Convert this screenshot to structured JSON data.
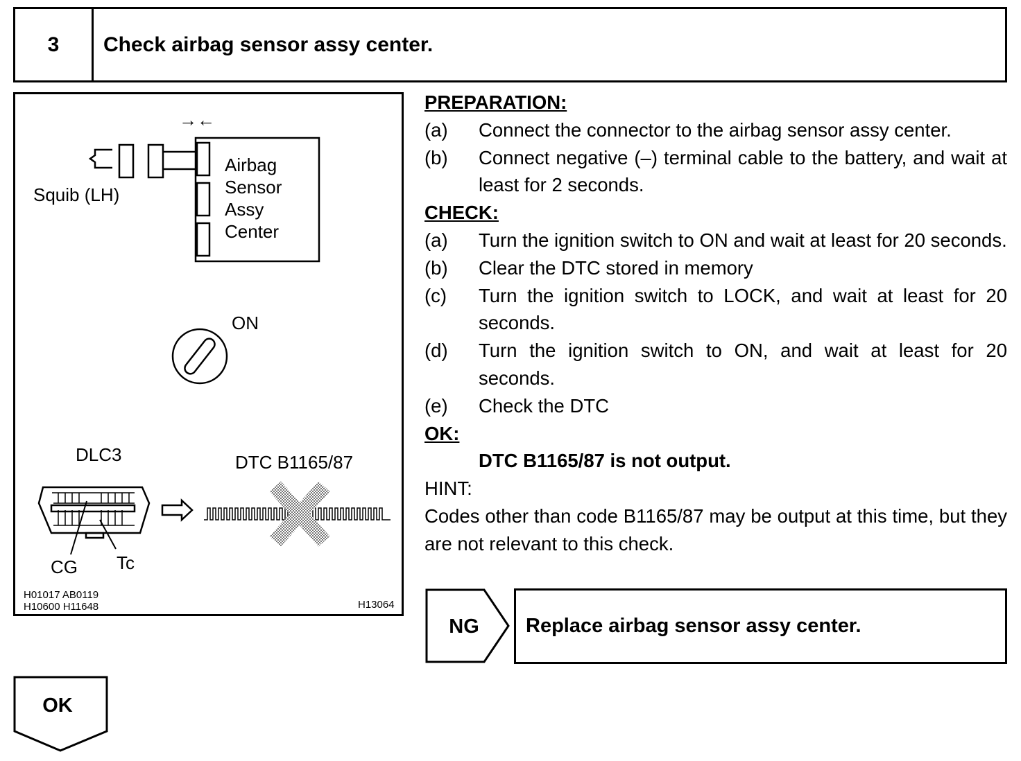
{
  "header": {
    "step_number": "3",
    "title": "Check airbag sensor assy center."
  },
  "figure": {
    "arrows": "→←",
    "squib_label": "Squib (LH)",
    "ecu_label_lines": [
      "Airbag",
      "Sensor",
      "Assy",
      "Center"
    ],
    "switch_label": "ON",
    "dlc_label": "DLC3",
    "dtc_label": "DTC B1165/87",
    "cg_label": "CG",
    "tc_label": "Tc",
    "ref_codes_line1": "H01017  AB0119",
    "ref_codes_line2": "H10600   H11648",
    "figure_id": "H13064"
  },
  "preparation": {
    "heading": "PREPARATION:",
    "steps": [
      {
        "key": "(a)",
        "text": "Connect the connector to the airbag sensor assy center."
      },
      {
        "key": "(b)",
        "text": "Connect negative (–) terminal cable to the battery, and wait at least for 2 seconds."
      }
    ]
  },
  "check": {
    "heading": "CHECK:",
    "steps": [
      {
        "key": "(a)",
        "text": "Turn the ignition switch to ON and wait at least for 20 seconds."
      },
      {
        "key": "(b)",
        "text": "Clear the DTC stored in memory"
      },
      {
        "key": "(c)",
        "text": "Turn the ignition switch to LOCK, and wait at least for 20 seconds."
      },
      {
        "key": "(d)",
        "text": "Turn the ignition switch to ON, and wait at least for 20 seconds."
      },
      {
        "key": "(e)",
        "text": "Check the DTC"
      }
    ]
  },
  "ok_section": {
    "heading": "OK:",
    "result": "DTC B1165/87 is not output."
  },
  "hint": {
    "heading": "HINT:",
    "text": "Codes other than code B1165/87 may be output at this time, but they are not relevant to this check."
  },
  "ng": {
    "label": "NG",
    "action": "Replace airbag sensor assy center."
  },
  "ok": {
    "label": "OK"
  }
}
